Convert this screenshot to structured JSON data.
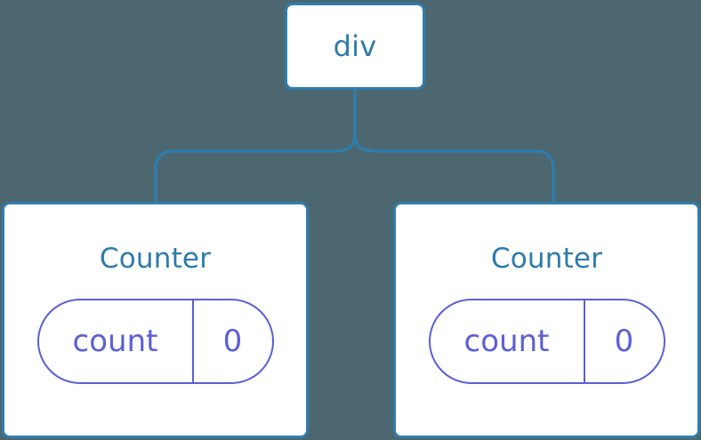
{
  "diagram": {
    "type": "component-tree",
    "background_color": "#4c6770",
    "node_border_color": "#2e7eb0",
    "node_fill_color": "#ffffff",
    "node_label_color": "#2d7bae",
    "state_accent_color": "#5b5fd6",
    "connector_color": "#2e7eb0",
    "root": {
      "label": "div"
    },
    "children": [
      {
        "label": "Counter",
        "state": {
          "key": "count",
          "value": "0"
        }
      },
      {
        "label": "Counter",
        "state": {
          "key": "count",
          "value": "0"
        }
      }
    ],
    "edges": [
      {
        "from": "div",
        "to": "Counter (left)"
      },
      {
        "from": "div",
        "to": "Counter (right)"
      }
    ]
  }
}
